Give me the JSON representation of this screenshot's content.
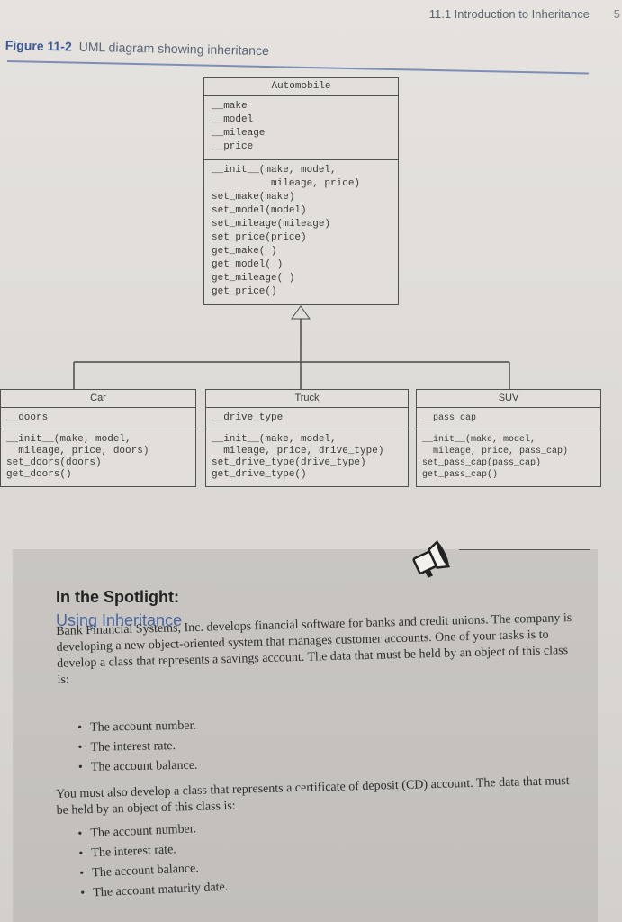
{
  "running_head": "11.1 Introduction to Inheritance",
  "page_number": "5",
  "figure": {
    "label": "Figure 11-2",
    "title": "UML diagram showing inheritance"
  },
  "uml": {
    "automobile": {
      "name": "Automobile",
      "attributes": [
        "__make",
        "__model",
        "__mileage",
        "__price"
      ],
      "methods": [
        "__init__(make, model,",
        "          mileage, price)",
        "set_make(make)",
        "set_model(model)",
        "set_mileage(mileage)",
        "set_price(price)",
        "get_make( )",
        "get_model( )",
        "get_mileage( )",
        "get_price()"
      ]
    },
    "car": {
      "name": "Car",
      "attributes": [
        "__doors"
      ],
      "methods": [
        "__init__(make, model,",
        "  mileage, price, doors)",
        "set_doors(doors)",
        "get_doors()"
      ]
    },
    "truck": {
      "name": "Truck",
      "attributes": [
        "__drive_type"
      ],
      "methods": [
        "__init__(make, model,",
        "  mileage, price, drive_type)",
        "set_drive_type(drive_type)",
        "get_drive_type()"
      ]
    },
    "suv": {
      "name": "SUV",
      "attributes": [
        "__pass_cap"
      ],
      "methods": [
        "__init__(make, model,",
        "  mileage, price, pass_cap)",
        "set_pass_cap(pass_cap)",
        "get_pass_cap()"
      ]
    }
  },
  "spotlight": {
    "title": "In the Spotlight:",
    "subtitle": "Using Inheritance",
    "paragraph1": "Bank Financial Systems, Inc. develops financial software for banks and credit unions. The company is developing a new object-oriented system that manages customer accounts. One of your tasks is to develop a class that represents a savings account. The data that must be held by an object of this class is:",
    "bullets1": [
      "The account number.",
      "The interest rate.",
      "The account balance."
    ],
    "paragraph2": "You must also develop a class that represents a certificate of deposit (CD) account. The data that must be held by an object of this class is:",
    "bullets2": [
      "The account number.",
      "The interest rate.",
      "The account balance.",
      "The account maturity date."
    ]
  }
}
